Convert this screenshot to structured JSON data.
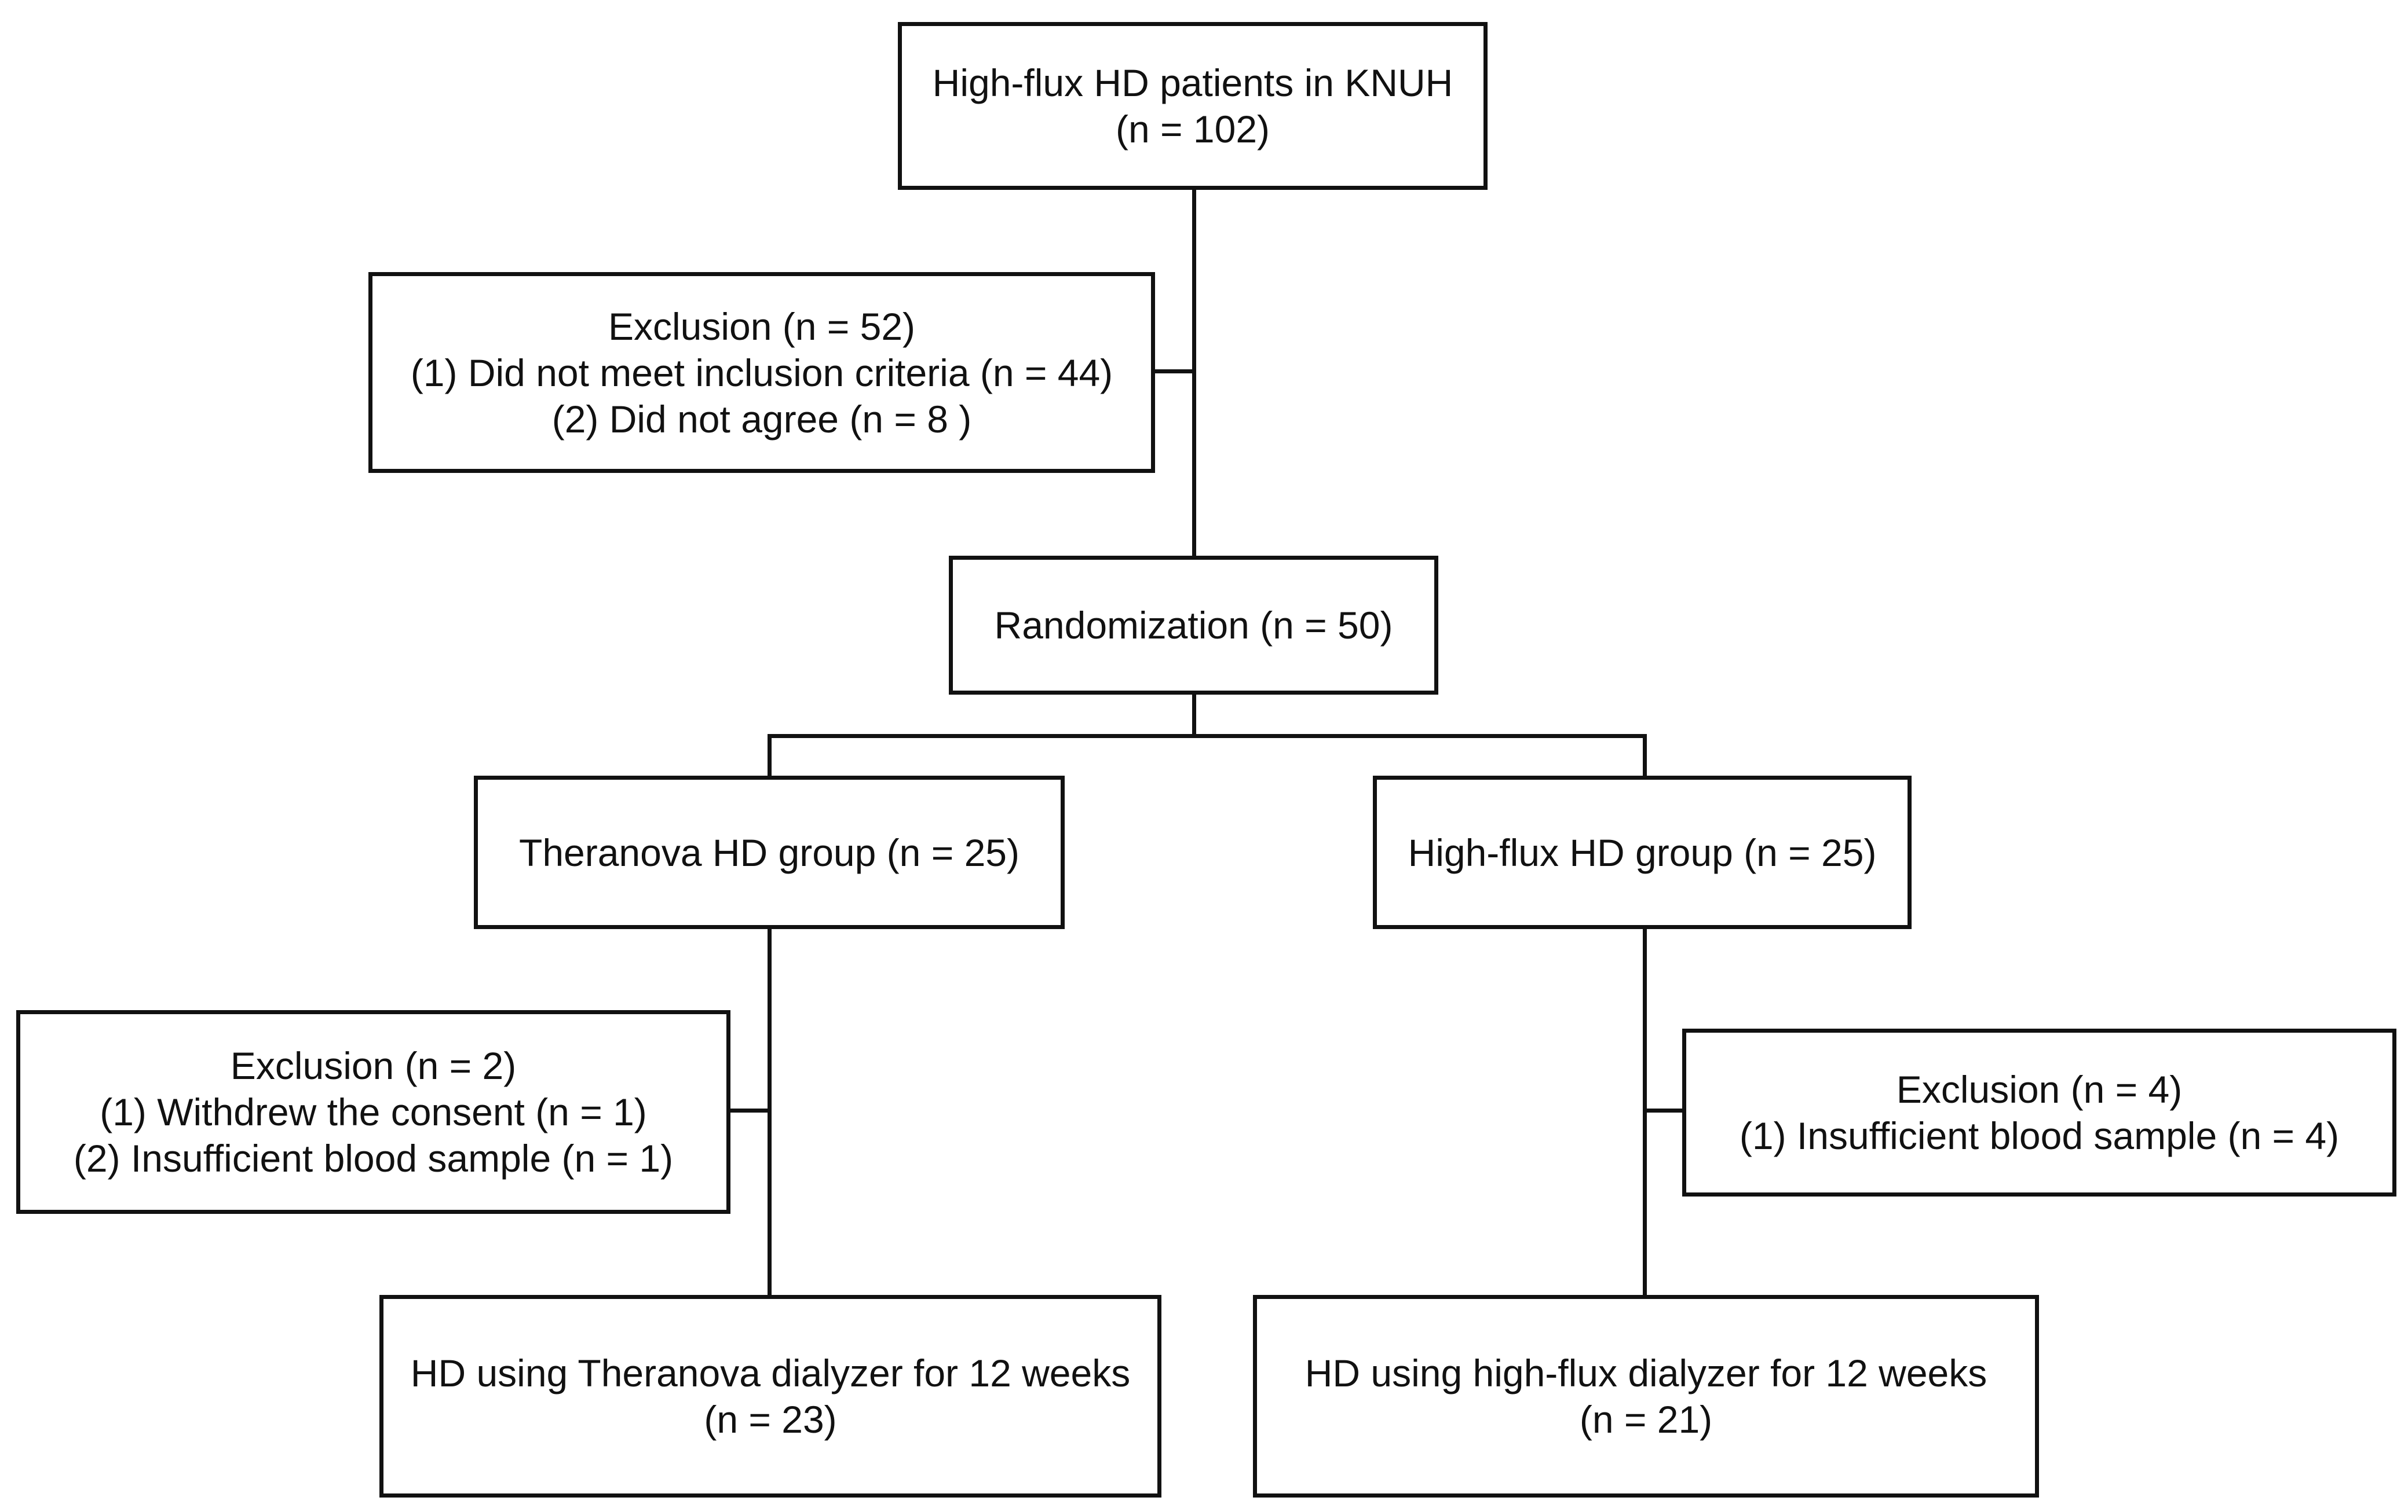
{
  "diagram": {
    "start": {
      "title": "High-flux HD patients in KNUH",
      "count": "(n = 102)"
    },
    "exclusion1": {
      "title": "Exclusion (n = 52)",
      "reasons": [
        "(1) Did not meet inclusion criteria (n = 44)",
        "(2) Did not agree (n = 8 )"
      ]
    },
    "randomization": {
      "title": "Randomization (n = 50)"
    },
    "group_left": {
      "title": "Theranova HD group (n = 25)"
    },
    "group_right": {
      "title": "High-flux HD group (n = 25)"
    },
    "exclusion_left": {
      "title": "Exclusion (n = 2)",
      "reasons": [
        "(1) Withdrew the consent (n = 1)",
        "(2) Insufficient blood sample (n = 1)"
      ]
    },
    "exclusion_right": {
      "title": "Exclusion (n = 4)",
      "reasons": [
        "(1) Insufficient blood sample (n = 4)"
      ]
    },
    "final_left": {
      "title": "HD using Theranova dialyzer for 12 weeks",
      "count": "(n = 23)"
    },
    "final_right": {
      "title": "HD using high-flux dialyzer for 12 weeks",
      "count": "(n = 21)"
    }
  }
}
